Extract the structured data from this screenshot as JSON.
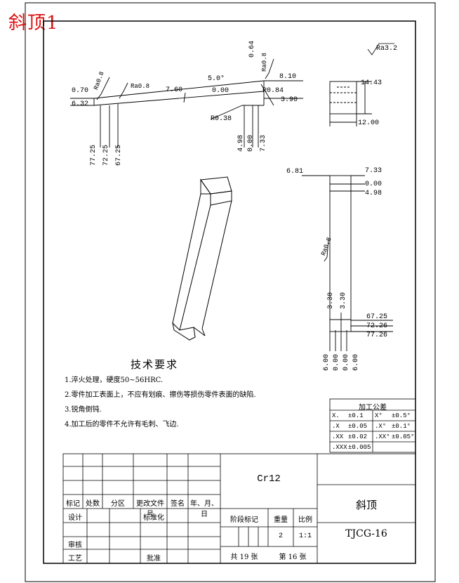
{
  "page_title": "斜顶1",
  "roughness_global": "Ra3.2",
  "tech_req": {
    "title": "技术要求",
    "items": [
      "1.淬火处理，硬度50~56HRC.",
      "2.零件加工表面上，不应有划痕、擦伤等损伤零件表面的缺陷.",
      "3.锐角倒钝.",
      "4.加工后的零件不允许有毛刺、飞边."
    ]
  },
  "tolerance_table": {
    "title": "加工公差",
    "rows": [
      [
        "X.",
        "±0.1",
        "X°",
        "±0.5°"
      ],
      [
        ".X",
        "±0.05",
        ".X°",
        "±0.1°"
      ],
      [
        ".XX",
        "±0.02",
        ".XX°",
        "±0.05°"
      ],
      [
        ".XXX",
        "±0.005",
        "",
        ""
      ]
    ]
  },
  "title_block": {
    "material": "Cr12",
    "part_name": "斜顶",
    "drawing_no": "TJCG-16",
    "headers": {
      "mark": "标记",
      "count": "处数",
      "zone": "分区",
      "change_doc": "更改文件号",
      "sign": "签名",
      "date": "年、月、日",
      "design": "设计",
      "standard": "标准化",
      "review": "审核",
      "process": "工艺",
      "approve": "批准",
      "stage": "阶段标记",
      "weight": "重量",
      "scale": "比例"
    },
    "weight": "2",
    "scale": "1:1",
    "sheets_total": "共  19  张",
    "sheet_no": "第  16  张"
  },
  "front_view_dims": {
    "a": "0.70",
    "b": "6.32",
    "c": "7.60",
    "d": "0.00",
    "angle": "5.0°",
    "e": "0.64",
    "f": "8.10",
    "g": "R0.84",
    "h": "3.90",
    "i": "R0.38",
    "v1": "77.25",
    "v2": "72.25",
    "v3": "67.25",
    "v4": "4.98",
    "v5": "0.00",
    "v6": "7.33",
    "ra1": "Ra0.8",
    "ra2": "Ra0.8",
    "ra3": "Ra0.8"
  },
  "top_view_dims": {
    "a": "14.43",
    "b": "12.00"
  },
  "side_view_dims": {
    "a": "6.81",
    "b": "7.33",
    "c": "0.00",
    "d": "4.98",
    "e": "67.25",
    "f": "72.26",
    "g": "77.26",
    "h": "3.30",
    "i": "3.30",
    "j": "6.00",
    "k": "0.00",
    "l": "0.00",
    "m": "6.00",
    "ra": "Ra0.8"
  }
}
